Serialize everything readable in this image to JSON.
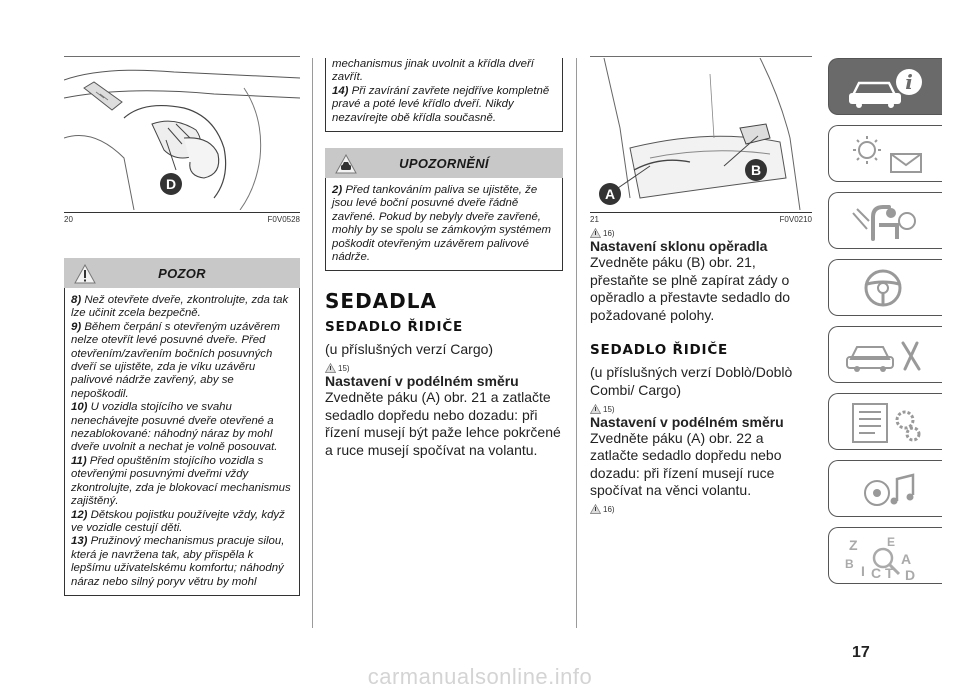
{
  "col1": {
    "figure_code": "20",
    "figure_id": "F0V0528",
    "figure_label": "D",
    "warning_title": "POZOR",
    "items": [
      {
        "num": "8)",
        "text": "Než otevřete dveře, zkontrolujte, zda tak lze učinit zcela bezpečně."
      },
      {
        "num": "9)",
        "text": "Během čerpání s otevřeným uzávěrem nelze otevřít levé posuvné dveře. Před otevřením/zavřením bočních posuvných dveří se ujistěte, zda je víku uzávěru palivové nádrže zavřený, aby se nepoškodil."
      },
      {
        "num": "10)",
        "text": "U vozidla stojícího ve svahu nenechávejte posuvné dveře otevřené a nezablokované: náhodný náraz by mohl dveře uvolnit a nechat je volně posouvat."
      },
      {
        "num": "11)",
        "text": "Před opuštěním stojícího vozidla s otevřenými posuvnými dveřmi vždy zkontrolujte, zda je blokovací mechanismus zajištěný."
      },
      {
        "num": "12)",
        "text": "Dětskou pojistku používejte vždy, když ve vozidle cestují děti."
      },
      {
        "num": "13)",
        "text": "Pružinový mechanismus pracuje silou, která je navržena tak, aby přispěla k lepšímu uživatelskému komfortu; náhodný náraz nebo silný poryv větru by mohl"
      }
    ]
  },
  "col2": {
    "cont_text": "mechanismus jinak uvolnit a křídla dveří zavřít.",
    "item14_num": "14)",
    "item14_text": "Při zavírání zavřete nejdříve kompletně pravé a poté levé křídlo dveří. Nikdy nezavírejte obě křídla současně.",
    "warning_title": "UPOZORNĚNÍ",
    "item2_num": "2)",
    "item2_text": "Před tankováním paliva se ujistěte, že jsou levé boční posuvné dveře řádně zavřené. Pokud by nebyly dveře zavřené, mohly by se spolu se zámkovým systémem poškodit otevřeným uzávěrem palivové nádrže.",
    "section_title": "SEDADLA",
    "sub_title": "SEDADLO ŘIDIČE",
    "variant": "(u příslušných verzí Cargo)",
    "ref1": "15)",
    "topic": "Nastavení v podélném směru",
    "body": "Zvedněte páku (A) obr. 21 a zatlačte sedadlo dopředu nebo dozadu: při řízení musejí být paže lehce pokrčené a ruce musejí spočívat na volantu."
  },
  "col3": {
    "figure_code": "21",
    "figure_id": "F0V0210",
    "label_a": "A",
    "label_b": "B",
    "ref_top": "16)",
    "topic1": "Nastavení sklonu opěradla",
    "body1": "Zvedněte páku (B) obr. 21, přestaňte se plně zapírat zády o opěradlo a přestavte sedadlo do požadované polohy.",
    "sub_title": "SEDADLO ŘIDIČE",
    "variant": "(u příslušných verzí Doblò/Doblò Combi/ Cargo)",
    "ref2": "15)",
    "topic2": "Nastavení v podélném směru",
    "body2": "Zvedněte páku (A) obr. 22 a zatlačte sedadlo dopředu nebo dozadu: při řízení musejí ruce spočívat na věnci volantu.",
    "ref3": "16)"
  },
  "tabs": [
    {
      "icon": "car-info-icon",
      "active": true
    },
    {
      "icon": "dashboard-lights-icon",
      "active": false
    },
    {
      "icon": "airbag-seat-icon",
      "active": false
    },
    {
      "icon": "steering-wheel-icon",
      "active": false
    },
    {
      "icon": "car-service-icon",
      "active": false
    },
    {
      "icon": "spec-list-gears-icon",
      "active": false
    },
    {
      "icon": "multimedia-icon",
      "active": false
    },
    {
      "icon": "index-letters-icon",
      "active": false
    }
  ],
  "page_number": "17",
  "watermark": "carmanualsonline.info"
}
